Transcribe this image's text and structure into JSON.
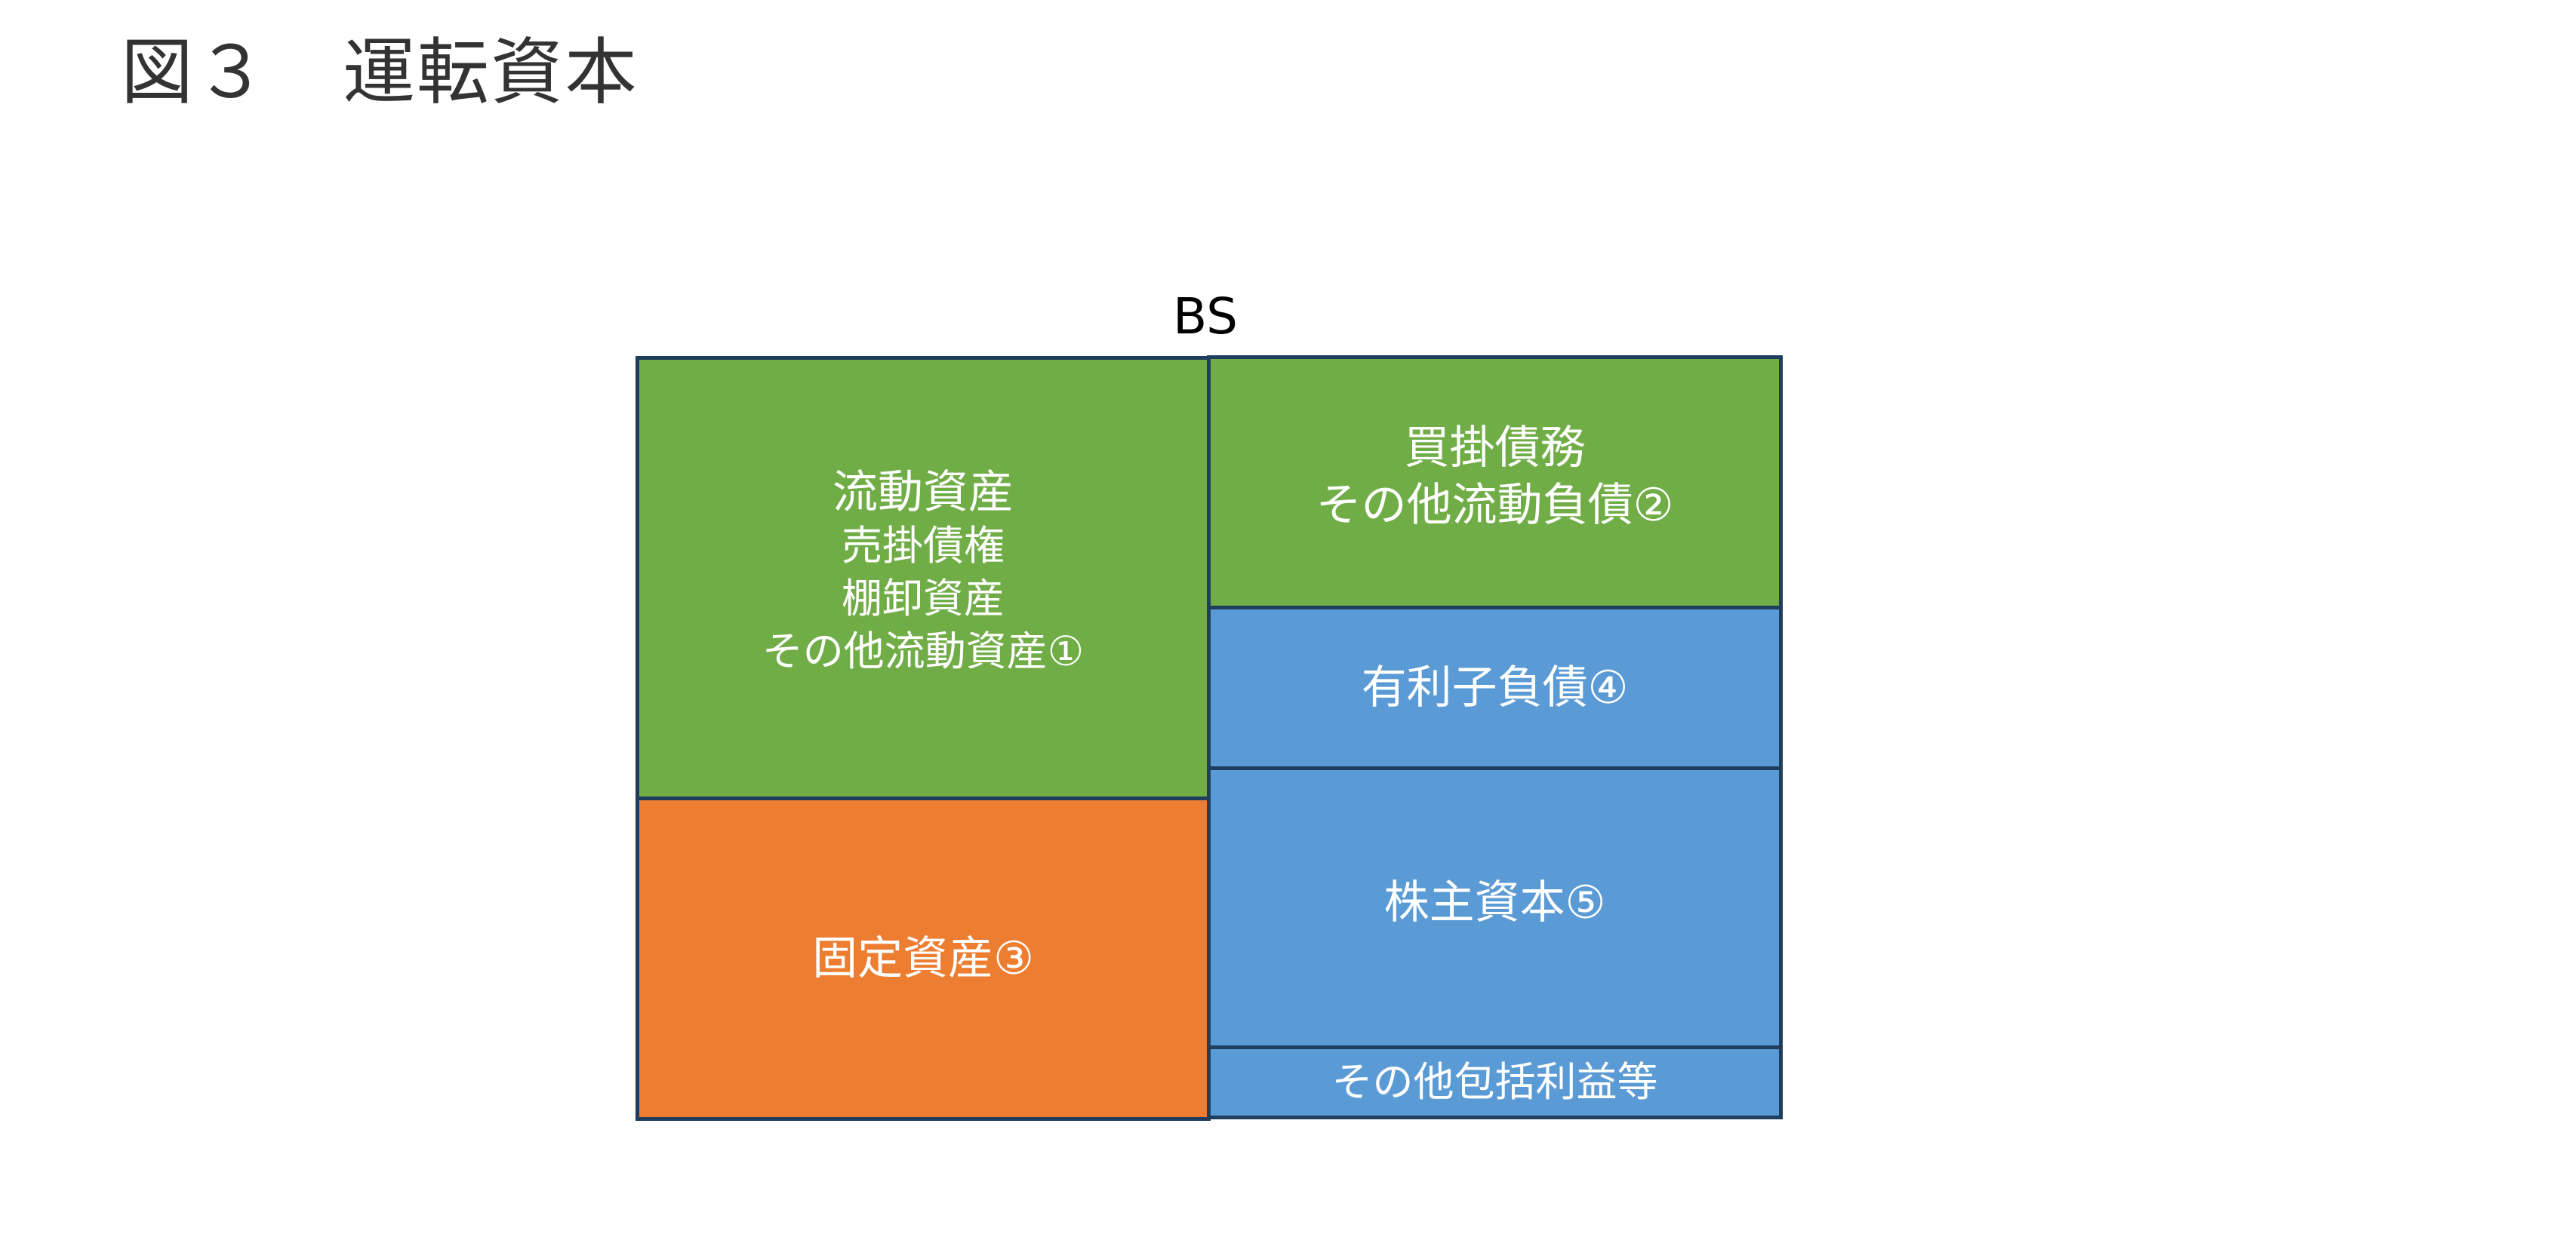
{
  "title": "図３　運転資本",
  "diagram": {
    "label": "BS",
    "colors": {
      "current_items": "#70AD47",
      "fixed_assets": "#ED7D31",
      "liabilities_equity": "#5B9BD5",
      "border": "#1F3E5E",
      "title_text": "#333333",
      "block_text": "#FFFFFF"
    },
    "assets": {
      "current_assets": {
        "lines": [
          "流動資産",
          "売掛債権",
          "棚卸資産",
          "その他流動資産①"
        ]
      },
      "fixed_assets": {
        "lines": [
          "固定資産③"
        ]
      }
    },
    "liabilities_equity": {
      "payables": {
        "lines": [
          "買掛債務",
          "その他流動負債②"
        ]
      },
      "interest_bearing_debt": {
        "lines": [
          "有利子負債④"
        ]
      },
      "shareholders_equity": {
        "lines": [
          "株主資本⑤"
        ]
      },
      "other_comprehensive_income": {
        "lines": [
          "その他包括利益等"
        ]
      }
    }
  }
}
